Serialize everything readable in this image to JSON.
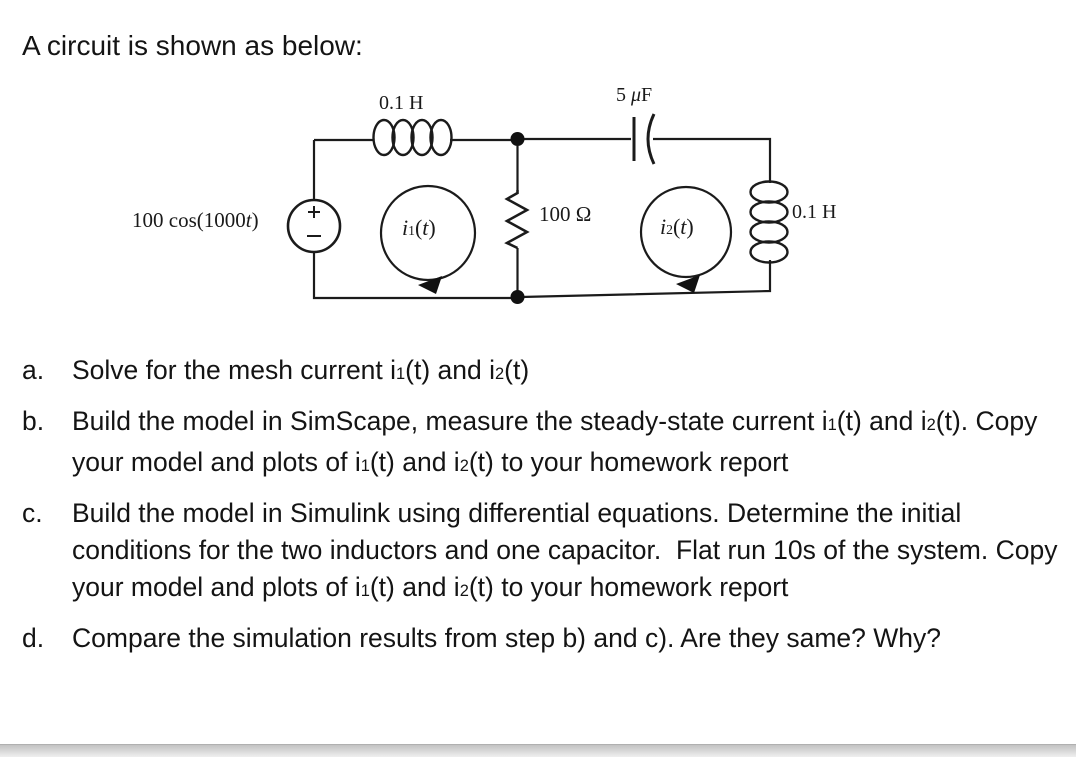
{
  "page": {
    "title": "A circuit is shown as below:"
  },
  "colors": {
    "text": "#141414",
    "circuit_stroke": "#1b1b1b",
    "footer_bar_top": "#c2c2c2",
    "footer_bar_bottom": "#efefef"
  },
  "circuit": {
    "labels": {
      "inductor_top": "0.1 H",
      "capacitor": [
        {
          "t": "5 "
        },
        {
          "t": "μ",
          "i": true
        },
        {
          "t": "F"
        }
      ],
      "source": [
        {
          "t": "100 cos(1000"
        },
        {
          "t": "t",
          "i": true
        },
        {
          "t": ")"
        }
      ],
      "resistor": "100 Ω",
      "mesh1": [
        {
          "t": "i",
          "i": true
        },
        {
          "t": "1",
          "sub": true
        },
        {
          "t": "("
        },
        {
          "t": "t",
          "i": true
        },
        {
          "t": ")"
        }
      ],
      "mesh2": [
        {
          "t": "i",
          "i": true
        },
        {
          "t": "2",
          "sub": true
        },
        {
          "t": "("
        },
        {
          "t": "t",
          "i": true
        },
        {
          "t": ")"
        }
      ],
      "inductor_right": "0.1 H",
      "source_plus": "+",
      "source_minus": "−"
    }
  },
  "questions": {
    "items": [
      {
        "letter": "a.",
        "segments": [
          {
            "t": "Solve for the mesh current i"
          },
          {
            "t": "1",
            "sub": true
          },
          {
            "t": "(t) and i"
          },
          {
            "t": "2",
            "sub": true
          },
          {
            "t": "(t)"
          }
        ]
      },
      {
        "letter": "b.",
        "segments": [
          {
            "t": "Build the model in SimScape, measure the steady-state current i"
          },
          {
            "t": "1",
            "sub": true
          },
          {
            "t": "(t) and i"
          },
          {
            "t": "2",
            "sub": true
          },
          {
            "t": "(t). Copy your model and plots of i"
          },
          {
            "t": "1",
            "sub": true
          },
          {
            "t": "(t) and i"
          },
          {
            "t": "2",
            "sub": true
          },
          {
            "t": "(t) to your homework report"
          }
        ]
      },
      {
        "letter": "c.",
        "segments": [
          {
            "t": "Build the model in Simulink using differential equations. Determine the initial conditions for the two inductors and one capacitor.  Flat run 10s of the system. Copy your model and plots of i"
          },
          {
            "t": "1",
            "sub": true
          },
          {
            "t": "(t) and i"
          },
          {
            "t": "2",
            "sub": true
          },
          {
            "t": "(t) to your homework report"
          }
        ]
      },
      {
        "letter": "d.",
        "segments": [
          {
            "t": "Compare the simulation results from step b) and c). Are they same? Why?"
          }
        ]
      }
    ]
  }
}
